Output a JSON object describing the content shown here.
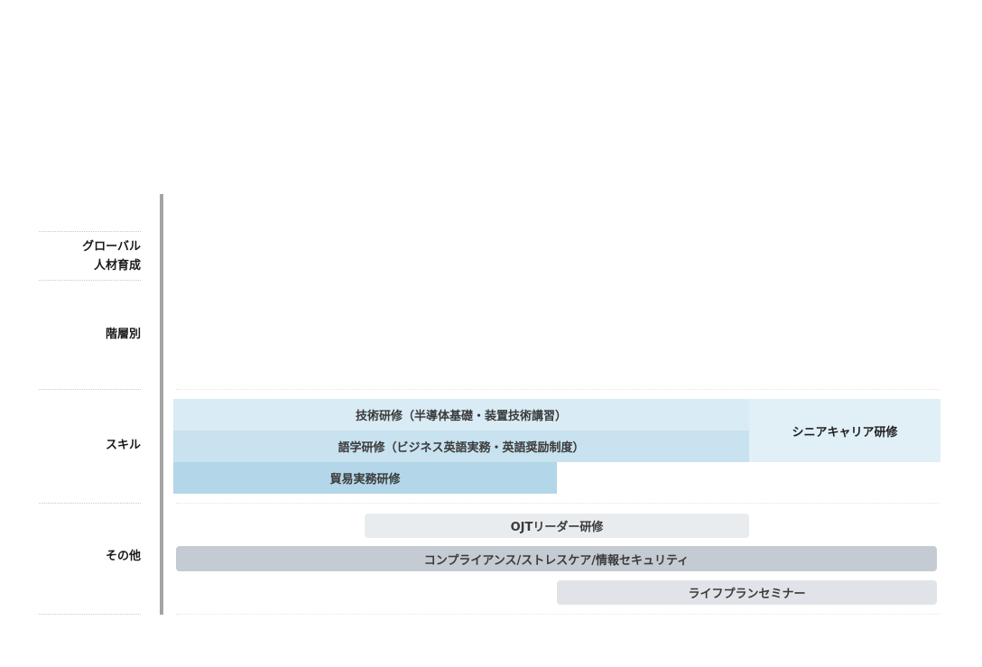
{
  "categories": {
    "global": {
      "line1": "グローバル",
      "line2": "人材育成"
    },
    "kaisou": "階層別",
    "skill": "スキル",
    "other": "その他"
  },
  "programs": {
    "technical": "技術研修（半導体基礎・装置技術講習）",
    "language": "語学研修（ビジネス英語実務・英語奨励制度）",
    "trade": "貿易実務研修",
    "senior_career": "シニアキャリア研修",
    "ojt": "OJTリーダー研修",
    "compliance": "コンプライアンス/ストレスケア/情報セキュリティ",
    "life_plan": "ライフプランセミナー"
  },
  "colors": {
    "technical": "#d9ebf5",
    "language": "#c8e2ef",
    "trade": "#b3d7e8",
    "senior_career": "#d9ebf5",
    "ojt": "#e8ecef",
    "compliance": "#c4cbd2",
    "life_plan": "#e0e4e8",
    "axis": "#a4a4a4"
  }
}
